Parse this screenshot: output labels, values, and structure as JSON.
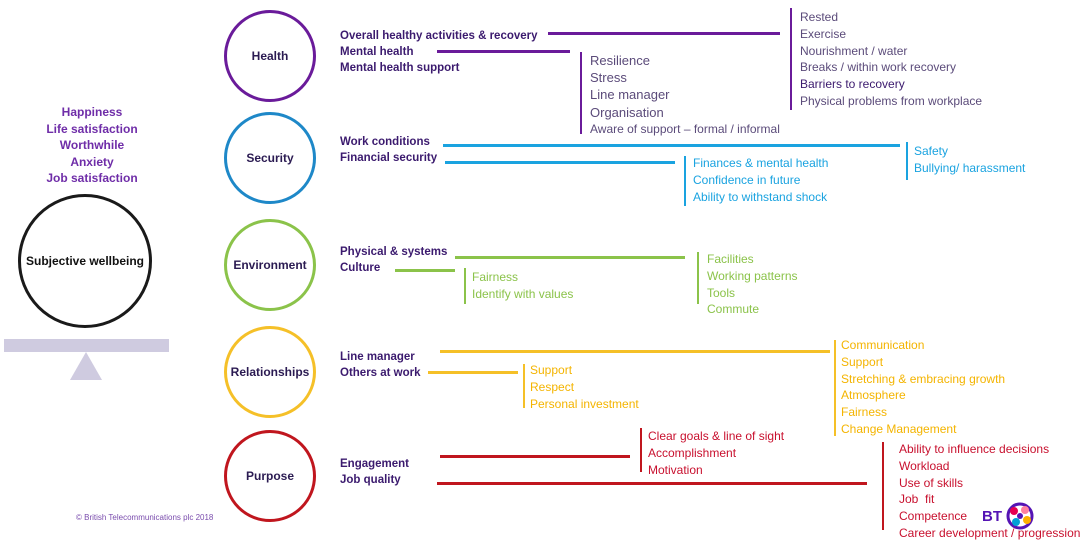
{
  "colors": {
    "health": "#6a1b9a",
    "security": "#1e88c8",
    "environment": "#8bc34a",
    "relationships": "#f5c028",
    "purpose": "#c0161e",
    "security_text": "#1aa3e0",
    "environment_text": "#8bc34a",
    "relationships_text": "#f4b400",
    "purpose_text": "#c8102e",
    "health_text": "#5b4b7a",
    "dark_label": "#3b1a6e"
  },
  "left_panel": {
    "outcomes": [
      "Happiness",
      "Life satisfaction",
      "Worthwhile",
      "Anxiety",
      "Job satisfaction"
    ],
    "center_label": "Subjective wellbeing",
    "copyright": "© British Telecommunications plc 2018"
  },
  "domains": [
    {
      "name": "Health",
      "drivers": [
        "Overall healthy activities & recovery",
        "Mental health",
        "Mental health support"
      ],
      "mid_list": [
        "Resilience",
        "Stress",
        "Line manager",
        "Organisation",
        "Aware of support – formal / informal"
      ],
      "right_list": [
        "Rested",
        "Exercise",
        "Nourishment / water",
        "Breaks / within work recovery",
        "Barriers to recovery",
        "Physical problems from workplace"
      ]
    },
    {
      "name": "Security",
      "drivers": [
        "Work conditions",
        "Financial security"
      ],
      "mid_list": [
        "Finances & mental health",
        "Confidence in future",
        "Ability to withstand shock"
      ],
      "right_list": [
        "Safety",
        "Bullying/ harassment"
      ]
    },
    {
      "name": "Environment",
      "drivers": [
        "Physical & systems",
        "Culture"
      ],
      "mid_list": [
        "Fairness",
        "Identify with values"
      ],
      "right_list": [
        "Facilities",
        "Working patterns",
        "Tools",
        "Commute"
      ]
    },
    {
      "name": "Relationships",
      "drivers": [
        "Line manager",
        "Others at work"
      ],
      "mid_list": [
        "Support",
        "Respect",
        "Personal investment"
      ],
      "right_list": [
        "Communication",
        "Support",
        "Stretching & embracing growth",
        "Atmosphere",
        "Fairness",
        "Change Management"
      ]
    },
    {
      "name": "Purpose",
      "drivers": [
        "Engagement",
        "Job quality"
      ],
      "mid_list": [
        "Clear goals & line of sight",
        "Accomplishment",
        "Motivation"
      ],
      "right_list": [
        "Ability to influence decisions",
        "Workload",
        "Use of skills",
        "Job  fit",
        "Competence",
        "Career development / progression"
      ]
    }
  ],
  "logo": {
    "text": "BT",
    "icon": "bt-globe-logo"
  }
}
